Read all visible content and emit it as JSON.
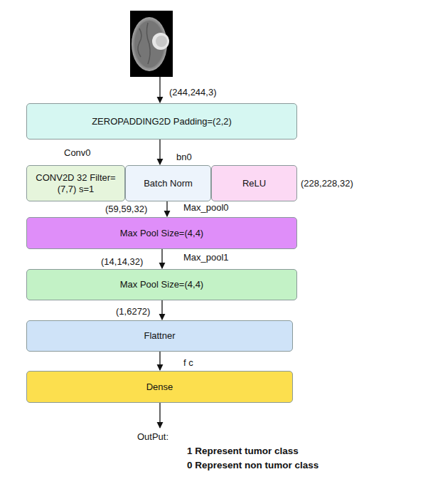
{
  "diagram": {
    "nodes": [
      {
        "text": [
          "ZEROPADDING2D Padding=(2,2)"
        ]
      },
      {
        "text": [
          "CONV2D 32 Filter=(7,7) s=1"
        ]
      },
      {
        "text": [
          "Batch Norm"
        ]
      },
      {
        "text": [
          "ReLU"
        ]
      },
      {
        "text": [
          "Max Pool Size=(4,4)"
        ]
      },
      {
        "text": [
          "Max Pool Size=(4,4)"
        ]
      },
      {
        "text": [
          "Flattner"
        ]
      },
      {
        "text": [
          "Dense"
        ]
      }
    ],
    "edges": [
      {
        "from": 0,
        "to": 2,
        "arrow": "to"
      },
      {
        "from": 2,
        "to": 4,
        "arrow": "to"
      },
      {
        "from": 4,
        "to": 5,
        "arrow": "to"
      },
      {
        "from": 5,
        "to": 6,
        "arrow": "to"
      },
      {
        "from": 6,
        "to": 7,
        "arrow": "to"
      }
    ],
    "labels": [
      "(244,244,3)",
      "Conv0",
      "bn0",
      "(228,228,32)",
      "(59,59,32)",
      "Max_pool0",
      "(14,14,32)",
      "Max_pool1",
      "(1,6272)",
      "f c",
      "OutPut:",
      "1 Represent tumor class",
      "0 Represent non tumor class"
    ]
  }
}
